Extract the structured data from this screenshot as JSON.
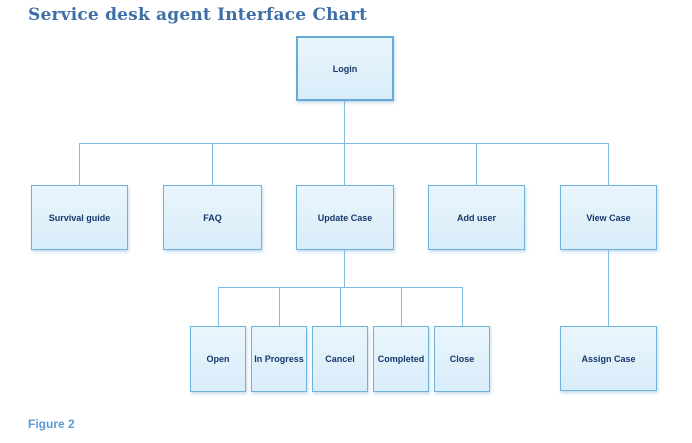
{
  "title": "Service desk agent Interface Chart",
  "caption": "Figure 2",
  "colors": {
    "title_text": "#3e6fa6",
    "caption_text": "#5b9bd5",
    "node_fill_top": "#eaf5fc",
    "node_fill_bottom": "#d8edf9",
    "node_border": "#6cb2dd",
    "node_text": "#16386b",
    "connector": "#7fbce3",
    "background": "#ffffff"
  },
  "diagram": {
    "type": "flowchart",
    "nodes": [
      {
        "id": "login",
        "label": "Login",
        "level": 1
      },
      {
        "id": "survival-guide",
        "label": "Survival guide",
        "level": 2,
        "parent": "login"
      },
      {
        "id": "faq",
        "label": "FAQ",
        "level": 2,
        "parent": "login"
      },
      {
        "id": "update-case",
        "label": "Update Case",
        "level": 2,
        "parent": "login"
      },
      {
        "id": "add-user",
        "label": "Add user",
        "level": 2,
        "parent": "login"
      },
      {
        "id": "view-case",
        "label": "View Case",
        "level": 2,
        "parent": "login"
      },
      {
        "id": "open",
        "label": "Open",
        "level": 3,
        "parent": "update-case"
      },
      {
        "id": "in-progress",
        "label": "In Progress",
        "level": 3,
        "parent": "update-case"
      },
      {
        "id": "cancel",
        "label": "Cancel",
        "level": 3,
        "parent": "update-case"
      },
      {
        "id": "completed",
        "label": "Completed",
        "level": 3,
        "parent": "update-case"
      },
      {
        "id": "close",
        "label": "Close",
        "level": 3,
        "parent": "update-case"
      },
      {
        "id": "assign-case",
        "label": "Assign Case",
        "level": 3,
        "parent": "view-case"
      }
    ],
    "edges": [
      {
        "from": "login",
        "to": "survival-guide"
      },
      {
        "from": "login",
        "to": "faq"
      },
      {
        "from": "login",
        "to": "update-case"
      },
      {
        "from": "login",
        "to": "add-user"
      },
      {
        "from": "login",
        "to": "view-case"
      },
      {
        "from": "update-case",
        "to": "open"
      },
      {
        "from": "update-case",
        "to": "in-progress"
      },
      {
        "from": "update-case",
        "to": "cancel"
      },
      {
        "from": "update-case",
        "to": "completed"
      },
      {
        "from": "update-case",
        "to": "close"
      },
      {
        "from": "view-case",
        "to": "assign-case"
      }
    ]
  }
}
